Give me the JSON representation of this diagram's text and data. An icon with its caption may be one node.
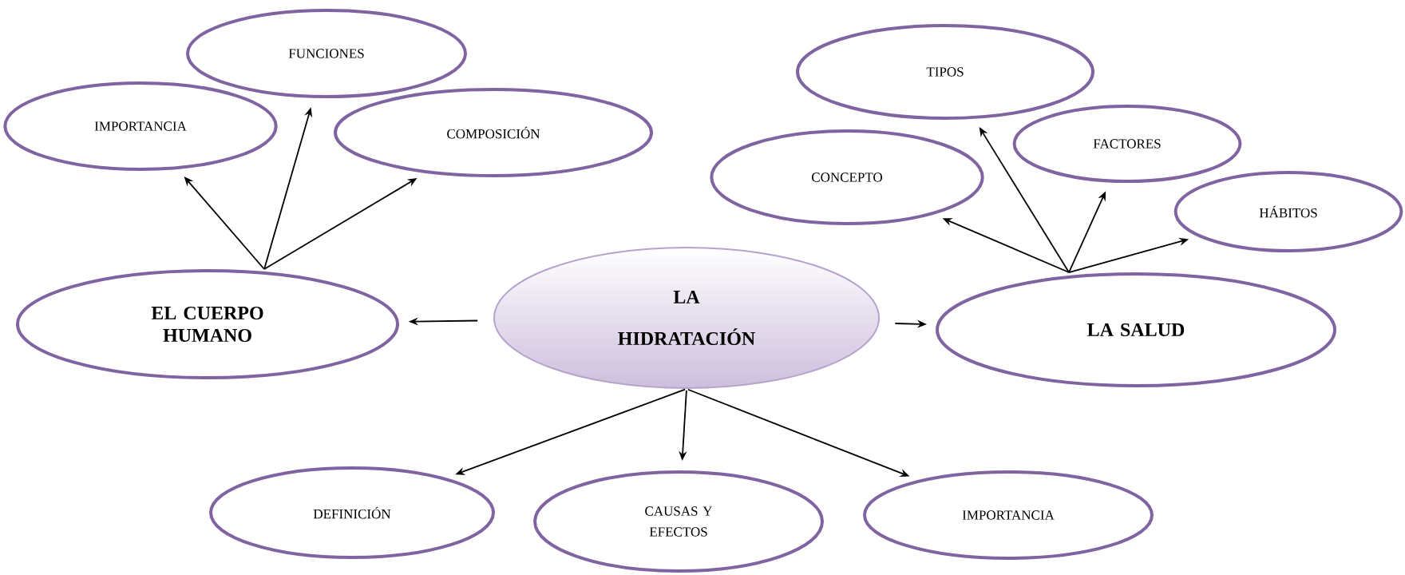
{
  "diagram": {
    "nodes": [
      {
        "text": [
          "LA HIDRATACIÓN"
        ]
      },
      {
        "text": [
          "EL CUERPO HUMANO"
        ]
      },
      {
        "text": [
          "LA SALUD"
        ]
      },
      {
        "text": [
          "IMPORTANCIA"
        ]
      },
      {
        "text": [
          "FUNCIONES"
        ]
      },
      {
        "text": [
          "COMPOSICIÓN"
        ]
      },
      {
        "text": [
          "TIPOS"
        ]
      },
      {
        "text": [
          "CONCEPTO"
        ]
      },
      {
        "text": [
          "FACTORES"
        ]
      },
      {
        "text": [
          "HÁBITOS"
        ]
      },
      {
        "text": [
          "DEFINICIÓN"
        ]
      },
      {
        "text": [
          "CAUSAS Y EFECTOS"
        ]
      },
      {
        "text": [
          "IMPORTANCIA"
        ]
      }
    ],
    "edges": [
      {
        "from": 0,
        "to": 1,
        "arrow": "to"
      },
      {
        "from": 0,
        "to": 2,
        "arrow": "to"
      },
      {
        "from": 1,
        "to": 3,
        "arrow": "to"
      },
      {
        "from": 1,
        "to": 4,
        "arrow": "to"
      },
      {
        "from": 1,
        "to": 5,
        "arrow": "to"
      },
      {
        "from": 2,
        "to": 7,
        "arrow": "to"
      },
      {
        "from": 2,
        "to": 6,
        "arrow": "to"
      },
      {
        "from": 2,
        "to": 8,
        "arrow": "to"
      },
      {
        "from": 2,
        "to": 9,
        "arrow": "to"
      },
      {
        "from": 0,
        "to": 10,
        "arrow": "to"
      },
      {
        "from": 0,
        "to": 11,
        "arrow": "to"
      },
      {
        "from": 0,
        "to": 12,
        "arrow": "to"
      }
    ]
  }
}
